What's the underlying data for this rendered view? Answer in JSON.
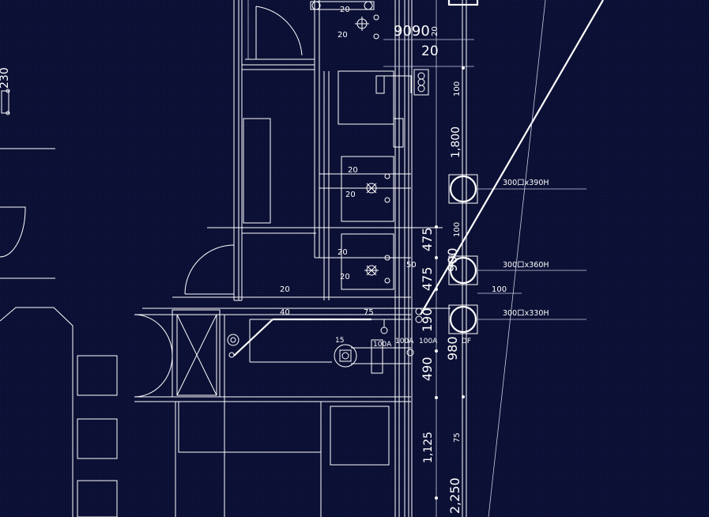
{
  "drawing": {
    "background": "#0b0f33",
    "line_color": "#ffffff",
    "dimensions": {
      "d_9090": "9090",
      "d_20_top": "20",
      "d_20_small_a": "20",
      "d_20_small_b": "20",
      "d_20_big": "20",
      "d_100_a": "100",
      "d_1800": "1,800",
      "d_20_c": "20",
      "d_20_d": "20",
      "d_100_b": "100",
      "d_475_a": "475",
      "d_475_b": "475",
      "d_20_e": "20",
      "d_50": "50",
      "d_20_f": "20",
      "d_900": "900",
      "d_100_h": "100",
      "d_20_g": "20",
      "d_40": "40",
      "d_75_a": "75",
      "d_190": "190",
      "d_490": "490",
      "d_980": "980",
      "d_1125": "1,125",
      "d_75_b": "75",
      "d_2250": "2,250",
      "d_230": "230"
    },
    "duct_labels": {
      "d1": "300口x390H",
      "d2": "300口x360H",
      "d3": "300口x330H"
    },
    "pipe_labels": {
      "p1": "15",
      "p2": "100A",
      "p3": "100A",
      "p4": "100A",
      "p5": "DF"
    }
  }
}
